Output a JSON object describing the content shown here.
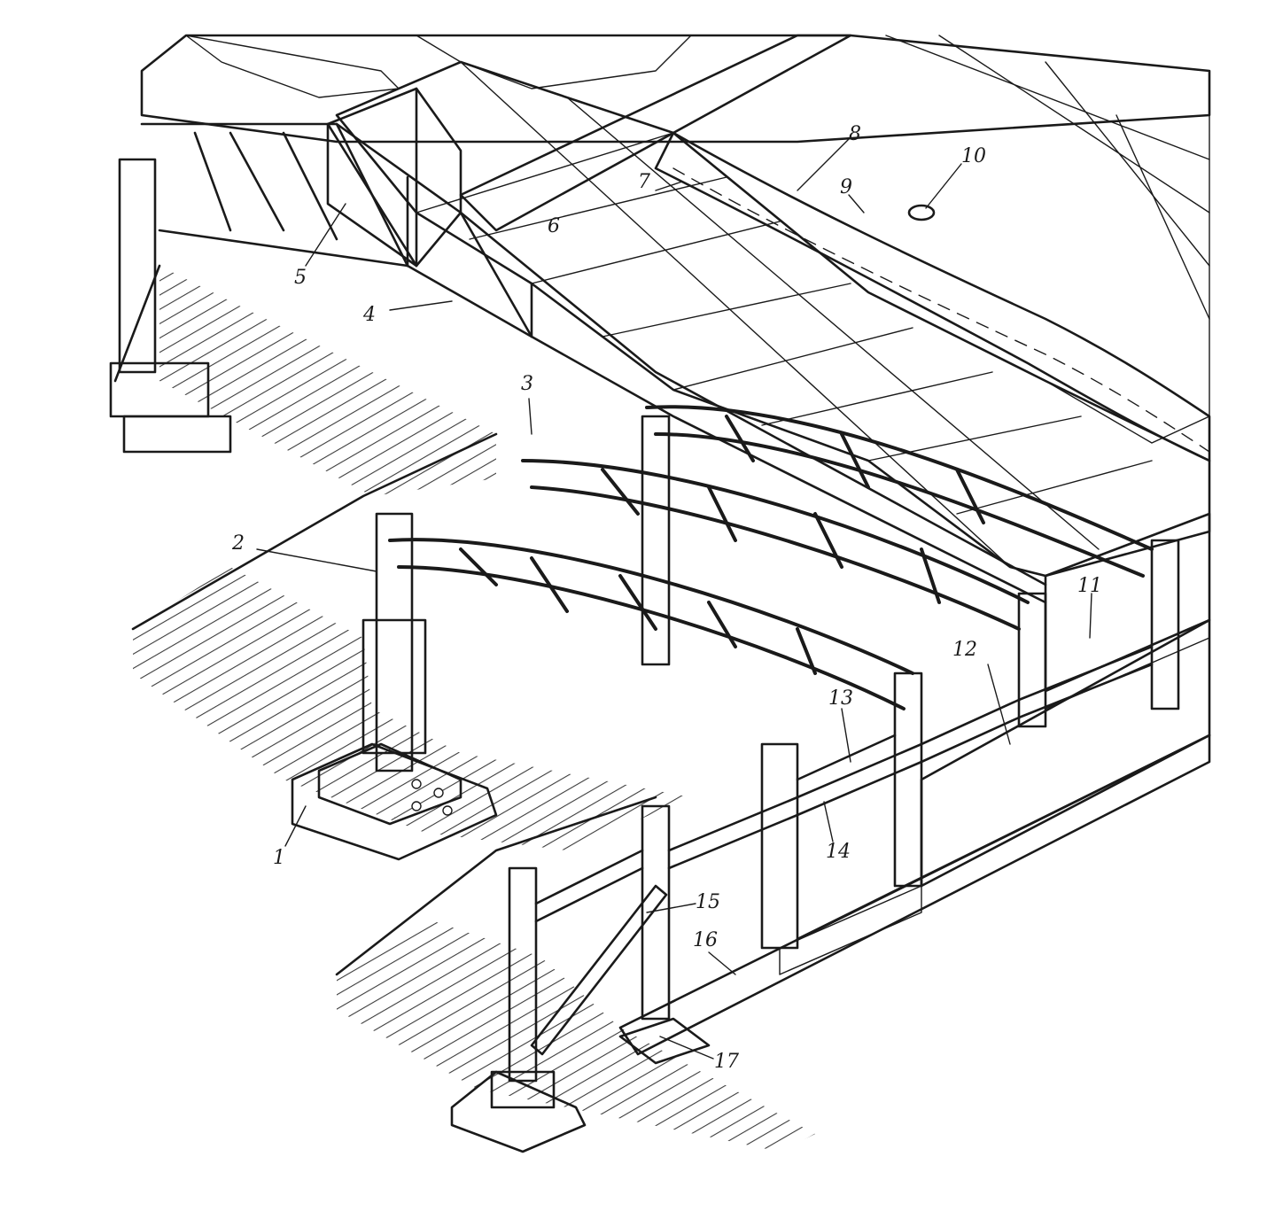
{
  "figure": {
    "colors": {
      "ink": "#1a1a1a",
      "paper": "#ffffff",
      "stipple": "#3a3a3a"
    },
    "callouts": [
      {
        "id": "c1",
        "label": "1"
      },
      {
        "id": "c2",
        "label": "2"
      },
      {
        "id": "c3",
        "label": "3"
      },
      {
        "id": "c4",
        "label": "4"
      },
      {
        "id": "c5",
        "label": "5"
      },
      {
        "id": "c6",
        "label": "6"
      },
      {
        "id": "c7",
        "label": "7"
      },
      {
        "id": "c8",
        "label": "8"
      },
      {
        "id": "c9",
        "label": "9"
      },
      {
        "id": "c10",
        "label": "10"
      },
      {
        "id": "c11",
        "label": "11"
      },
      {
        "id": "c12",
        "label": "12"
      },
      {
        "id": "c13",
        "label": "13"
      },
      {
        "id": "c14",
        "label": "14"
      },
      {
        "id": "c15",
        "label": "15"
      },
      {
        "id": "c16",
        "label": "16"
      },
      {
        "id": "c17",
        "label": "17"
      }
    ]
  }
}
